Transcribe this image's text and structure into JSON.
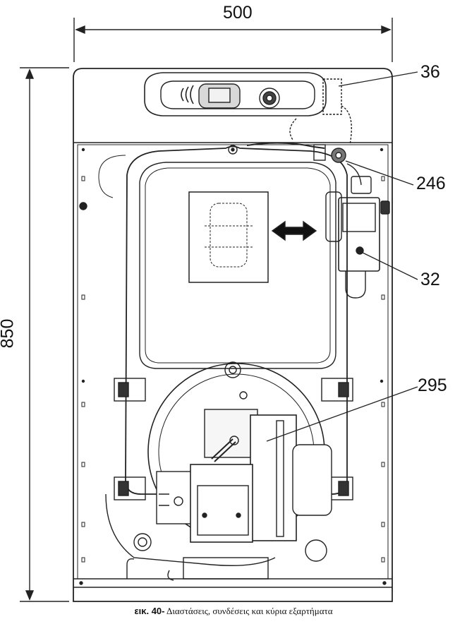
{
  "dimensions": {
    "width": "500",
    "height": "850"
  },
  "callouts": [
    {
      "label": "36"
    },
    {
      "label": "246"
    },
    {
      "label": "32"
    },
    {
      "label": "295"
    }
  ],
  "caption": {
    "prefix": "εικ. 40-",
    "text": " Διαστάσεις, συνδέσεις και κύρια εξαρτήματα"
  }
}
